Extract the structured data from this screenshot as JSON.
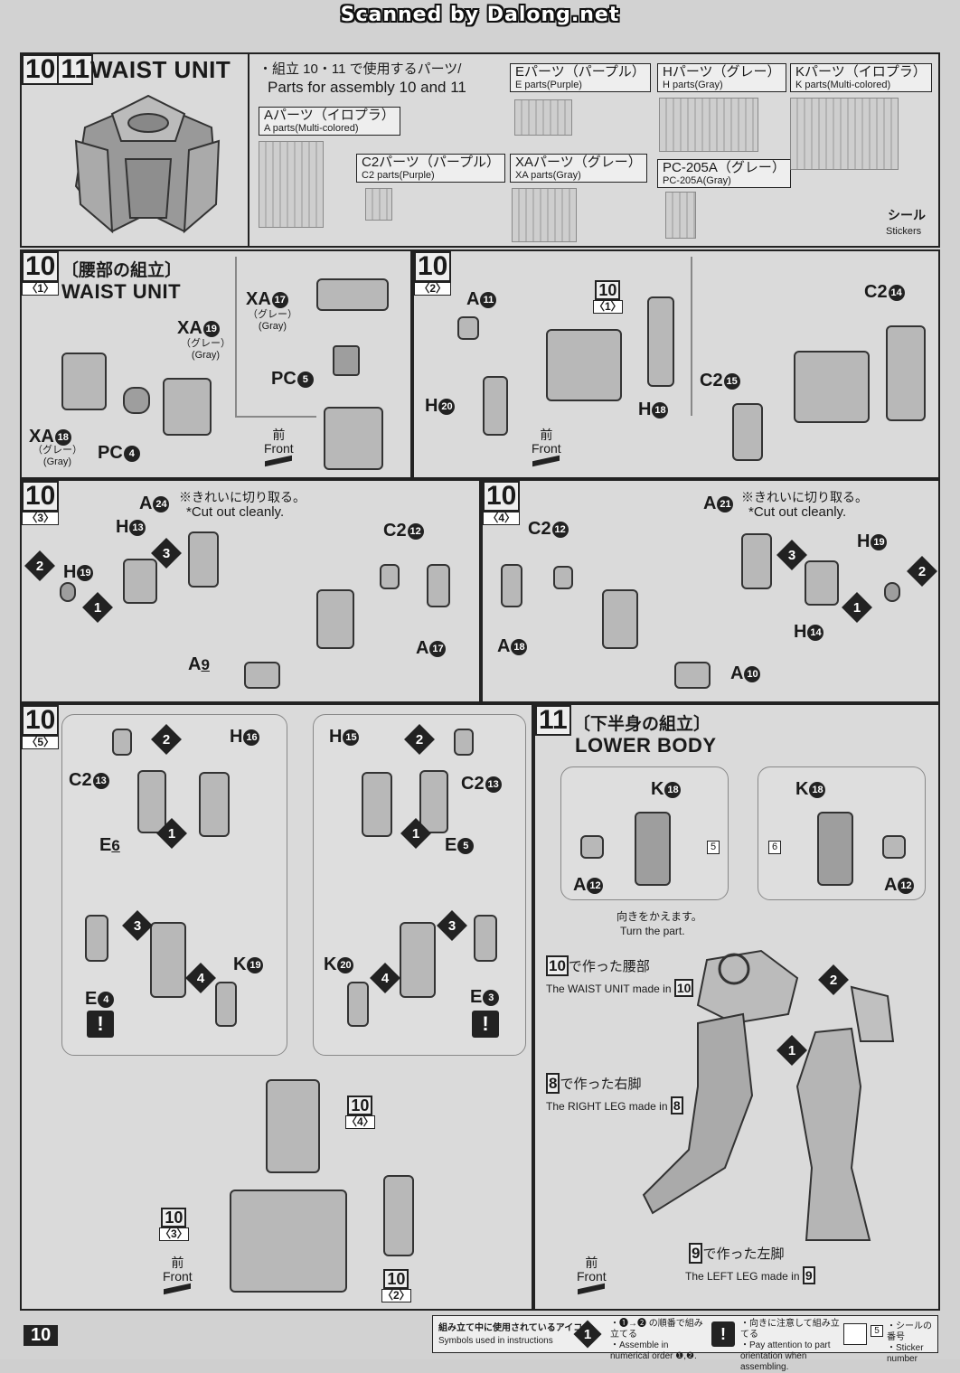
{
  "header": {
    "scan_credit": "Scanned by Dalong.net"
  },
  "intro": {
    "step_a": "10",
    "step_b": "11",
    "title": "WAIST UNIT",
    "parts_jp": "・組立 10・11 で使用するパーツ/",
    "parts_en": "Parts for assembly 10 and 11",
    "part_boxes": [
      {
        "jp": "Aパーツ（イロプラ）",
        "en": "A parts(Multi-colored)"
      },
      {
        "jp": "C2パーツ（パープル）",
        "en": "C2 parts(Purple)"
      },
      {
        "jp": "Eパーツ（パープル）",
        "en": "E parts(Purple)"
      },
      {
        "jp": "XAパーツ（グレー）",
        "en": "XA parts(Gray)"
      },
      {
        "jp": "Hパーツ（グレー）",
        "en": "H parts(Gray)"
      },
      {
        "jp": "PC-205A（グレー）",
        "en": "PC-205A(Gray)"
      },
      {
        "jp": "Kパーツ（イロプラ）",
        "en": "K parts(Multi-colored)"
      }
    ],
    "stickers_jp": "シール",
    "stickers_en": "Stickers"
  },
  "s10_1": {
    "step": "10",
    "sub": "〈1〉",
    "title_jp": "〔腰部の組立〕",
    "title_en": "WAIST UNIT",
    "labels": [
      "XA",
      "XA",
      "XA",
      "PC",
      "PC"
    ],
    "nums": [
      "17",
      "19",
      "18",
      "5",
      "4"
    ],
    "gray_jp": "（グレー）",
    "gray_en": "(Gray)",
    "front_jp": "前",
    "front_en": "Front"
  },
  "s10_2": {
    "step": "10",
    "sub": "〈2〉",
    "ref_step": "10",
    "ref_sub": "〈1〉",
    "labels": [
      "A",
      "H",
      "H",
      "C2",
      "C2"
    ],
    "nums": [
      "11",
      "20",
      "18",
      "14",
      "15"
    ],
    "front_jp": "前",
    "front_en": "Front"
  },
  "s10_3": {
    "step": "10",
    "sub": "〈3〉",
    "note_jp": "※きれいに切り取る。",
    "note_en": "*Cut out cleanly.",
    "labels": [
      "A",
      "H",
      "H",
      "C2",
      "A",
      "A"
    ],
    "nums": [
      "24",
      "13",
      "19",
      "12",
      "17",
      "9"
    ]
  },
  "s10_4": {
    "step": "10",
    "sub": "〈4〉",
    "note_jp": "※きれいに切り取る。",
    "note_en": "*Cut out cleanly.",
    "labels": [
      "C2",
      "A",
      "H",
      "A",
      "H",
      "A"
    ],
    "nums": [
      "12",
      "21",
      "19",
      "18",
      "14",
      "10"
    ]
  },
  "s10_5": {
    "step": "10",
    "sub": "〈5〉",
    "labels": [
      "C2",
      "H",
      "E",
      "E",
      "K",
      "H",
      "C2",
      "E",
      "K",
      "E"
    ],
    "nums": [
      "13",
      "16",
      "6",
      "4",
      "19",
      "15",
      "13",
      "5",
      "20",
      "3"
    ],
    "refs": [
      {
        "step": "10",
        "sub": "〈4〉"
      },
      {
        "step": "10",
        "sub": "〈3〉"
      },
      {
        "step": "10",
        "sub": "〈2〉"
      }
    ],
    "front_jp": "前",
    "front_en": "Front"
  },
  "s11": {
    "step": "11",
    "title_jp": "〔下半身の組立〕",
    "title_en": "LOWER BODY",
    "labels": [
      "K",
      "A",
      "K",
      "A"
    ],
    "nums": [
      "18",
      "12",
      "18",
      "12"
    ],
    "sticker_a": "5",
    "sticker_b": "6",
    "turn_jp": "向きをかえます。",
    "turn_en": "Turn the part.",
    "made_waist_jp": "で作った腰部",
    "made_waist_en": "The WAIST UNIT made in",
    "waist_ref": "10",
    "made_right_jp": "で作った右脚",
    "made_right_en": "The RIGHT LEG made in",
    "right_ref": "8",
    "made_left_jp": "で作った左脚",
    "made_left_en": "The LEFT LEG made in",
    "left_ref": "9",
    "front_jp": "前",
    "front_en": "Front"
  },
  "footer": {
    "page": "10",
    "symbols_jp": "組み立て中に使用されているアイコン",
    "symbols_en": "Symbols used in instructions",
    "order_jp": "・❶→❷ の順番で組み立てる",
    "order_en": "・Assemble in numerical order ❶,❷.",
    "attention_jp": "・向きに注意して組み立てる",
    "attention_en": "・Pay attention to part orientation when assembling.",
    "sticker_jp": "・シールの番号",
    "sticker_en": "・Sticker number",
    "sticker_num": "5"
  }
}
